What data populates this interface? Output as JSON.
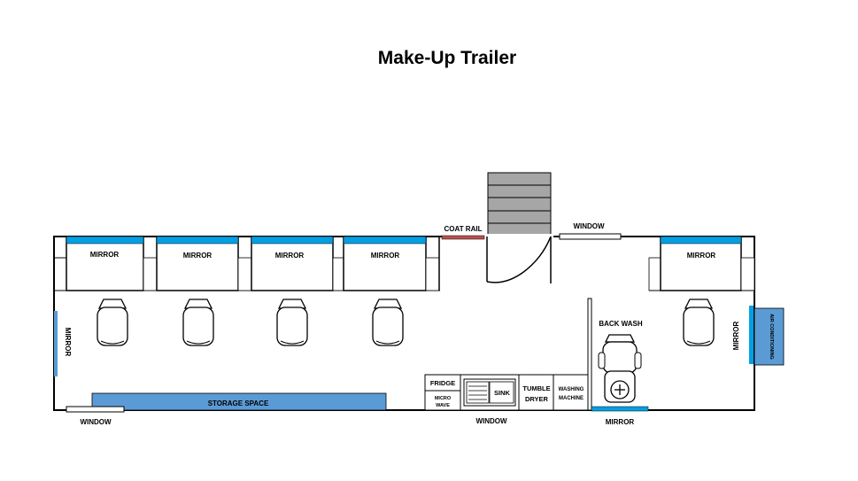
{
  "title": "Make-Up Trailer",
  "labels": {
    "mirrors_top": [
      "MIRROR",
      "MIRROR",
      "MIRROR",
      "MIRROR",
      "MIRROR"
    ],
    "mirror_left": "MIRROR",
    "mirror_right": "MIRROR",
    "mirror_bottom": "MIRROR",
    "coat_rail": "COAT RAIL",
    "window_top": "WINDOW",
    "window_bottom_left": "WINDOW",
    "window_bottom_mid": "WINDOW",
    "back_wash": "BACK WASH",
    "air_conditioning": "AIR CONDITIONING",
    "storage_space": "STORAGE SPACE",
    "fridge": "FRIDGE",
    "micro": "MICRO",
    "wave": "WAVE",
    "sink": "SINK",
    "tumble": "TUMBLE",
    "dryer": "DRYER",
    "washing": "WASHING",
    "machine": "MACHINE"
  },
  "colors": {
    "accent_blue": "#5b9bd5",
    "mirror_blue": "#00a0e3",
    "coat_rail": "#c0504d",
    "stairs": "#a6a6a6",
    "outline": "#000000"
  }
}
